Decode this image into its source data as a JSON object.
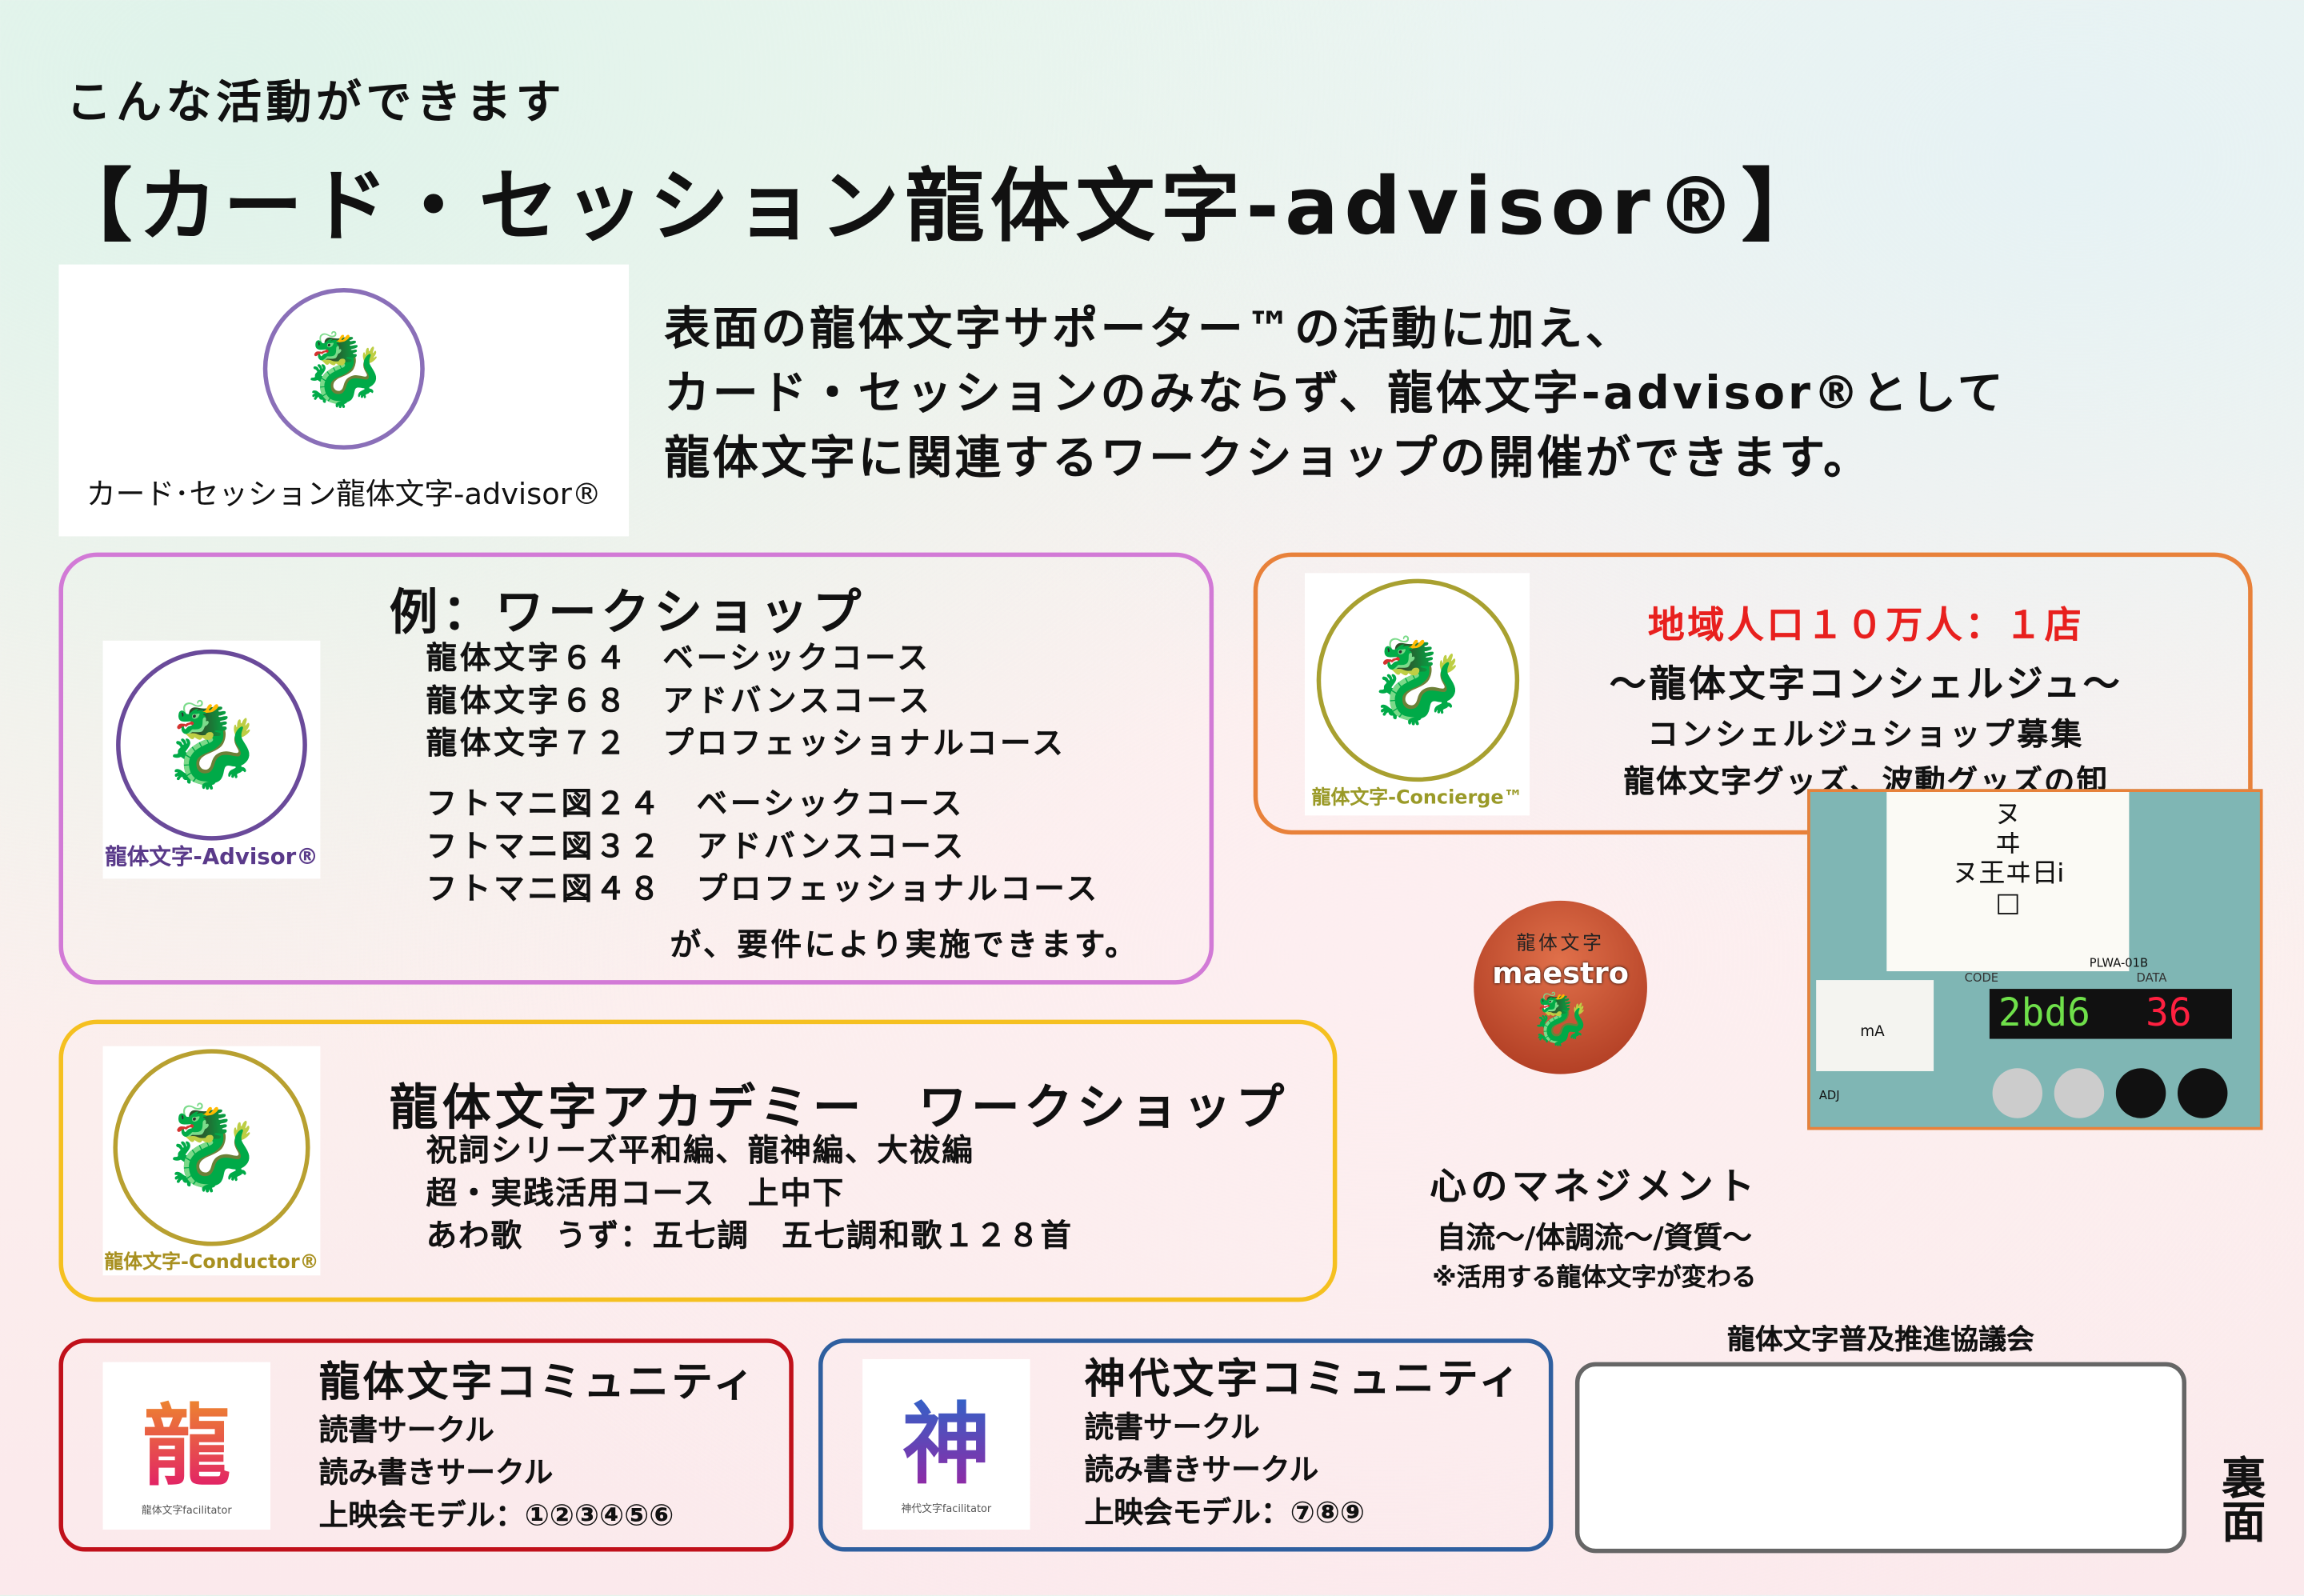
{
  "header": {
    "lead": "こんな活動ができます",
    "title": "【カード・セッション龍体文字-advisor®】"
  },
  "top_logo": {
    "caption": "カード･セッション龍体文字-advisor®"
  },
  "intro": [
    "表面の龍体文字サポーター™の活動に加え、",
    "カード・セッションのみならず、龍体文字-advisor®として",
    "龍体文字に関連するワークショップの開催ができます。"
  ],
  "workshop": {
    "logo_label": "龍体文字-Advisor®",
    "title": "例：ワークショップ",
    "group1": [
      "龍体文字６４　ベーシックコース",
      "龍体文字６８　アドバンスコース",
      "龍体文字７２　プロフェッショナルコース"
    ],
    "group2": [
      "フトマニ図２４　ベーシックコース",
      "フトマニ図３２　アドバンスコース",
      "フトマニ図４８　プロフェッショナルコース"
    ],
    "note": "が、要件により実施できます。"
  },
  "concierge": {
    "logo_label": "龍体文字-Concierge™",
    "highlight": "地域人口１０万人：１店",
    "title": "～龍体文字コンシェルジュ～",
    "lines": [
      "コンシェルジュショップ募集",
      "龍体文字グッズ、波動グッズの卸"
    ]
  },
  "photo": {
    "code_label": "CODE",
    "data_label": "DATA",
    "code": "2bd6",
    "data": "36",
    "model": "PLWA-01B",
    "meter_unit": "mA",
    "adj": "ADJ"
  },
  "maestro": {
    "top": "龍体文字",
    "name": "maestro",
    "title": "心のマネジメント",
    "sub": "自流～/体調流～/資質～",
    "note": "※活用する龍体文字が変わる"
  },
  "academy": {
    "logo_label": "龍体文字-Conductor®",
    "title": "龍体文字アカデミー　ワークショップ",
    "lines": [
      "祝詞シリーズ平和編、龍神編、大祓編",
      "超・実践活用コース　上中下",
      "あわ歌　うず：五七調　五七調和歌１２８首"
    ]
  },
  "community1": {
    "logo_label": "龍体文字facilitator",
    "title": "龍体文字コミュニティ",
    "lines": [
      "読書サークル",
      "読み書きサークル",
      "上映会モデル：①②③④⑤⑥"
    ]
  },
  "community2": {
    "logo_label": "神代文字facilitator",
    "title": "神代文字コミュニティ",
    "lines": [
      "読書サークル",
      "読み書きサークル",
      "上映会モデル：⑦⑧⑨"
    ]
  },
  "council": {
    "label": "龍体文字普及推進協議会"
  },
  "side": "裏面",
  "colors": {
    "purple": "#d27ad6",
    "orange": "#e8813a",
    "yellow": "#f5c020",
    "red": "#c0101a",
    "blue": "#2f5f9f",
    "gray": "#666666",
    "highlight": "#e8201e"
  }
}
